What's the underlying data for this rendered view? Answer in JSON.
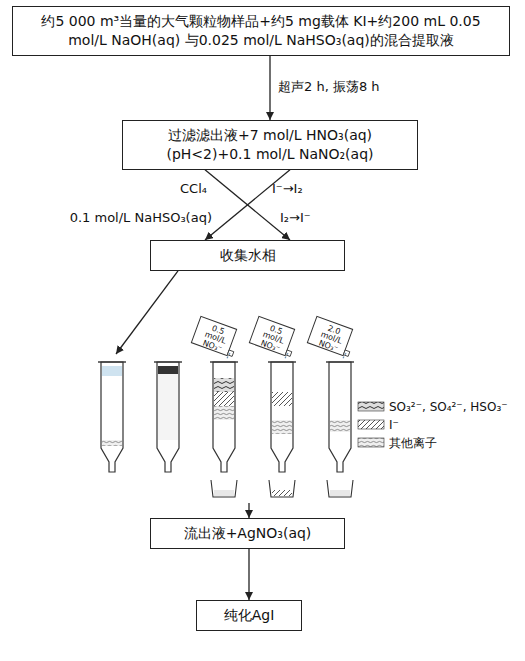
{
  "diagram": {
    "nodes": [
      {
        "text": [
          "约5 000 m³当量的大气颗粒物样品+约5 mg载体 KI+约200 mL 0.05 mol/L NaOH(aq) 与0.025 mol/L NaHSO₃(aq)的混合提取液"
        ]
      },
      {
        "text": [
          "过滤滤出液+7 mol/L HNO₃(aq) (pH<2)+0.1 mol/L NaNO₂(aq)"
        ]
      },
      {
        "text": [
          "收集水相"
        ]
      },
      {
        "text": [
          "流出液+AgNO₃(aq)"
        ]
      },
      {
        "text": [
          "纯化AgI"
        ]
      }
    ],
    "edges": [
      {
        "from": 0,
        "to": 1,
        "label": "超声2 h, 振荡8 h",
        "arrow": "to"
      },
      {
        "from": 1,
        "to": 2,
        "arrow": "to"
      },
      {
        "from": 1,
        "to": 2,
        "arrow": "to"
      },
      {
        "from": 3,
        "to": 4,
        "arrow": "to"
      }
    ],
    "labels": [
      "CCl₄",
      "I⁻→I₂",
      "0.1 mol/L NaHSO₃(aq)",
      "I₂→I⁻",
      "0.5 mol/L NO₃⁻",
      "0.5 mol/L NO₃⁻",
      "2.0 mol/L NO₃⁻"
    ],
    "legend": [
      {
        "text": "SO₃²⁻, SO₄²⁻, HSO₃⁻"
      },
      {
        "text": "I⁻"
      },
      {
        "text": "其他离子"
      }
    ]
  }
}
